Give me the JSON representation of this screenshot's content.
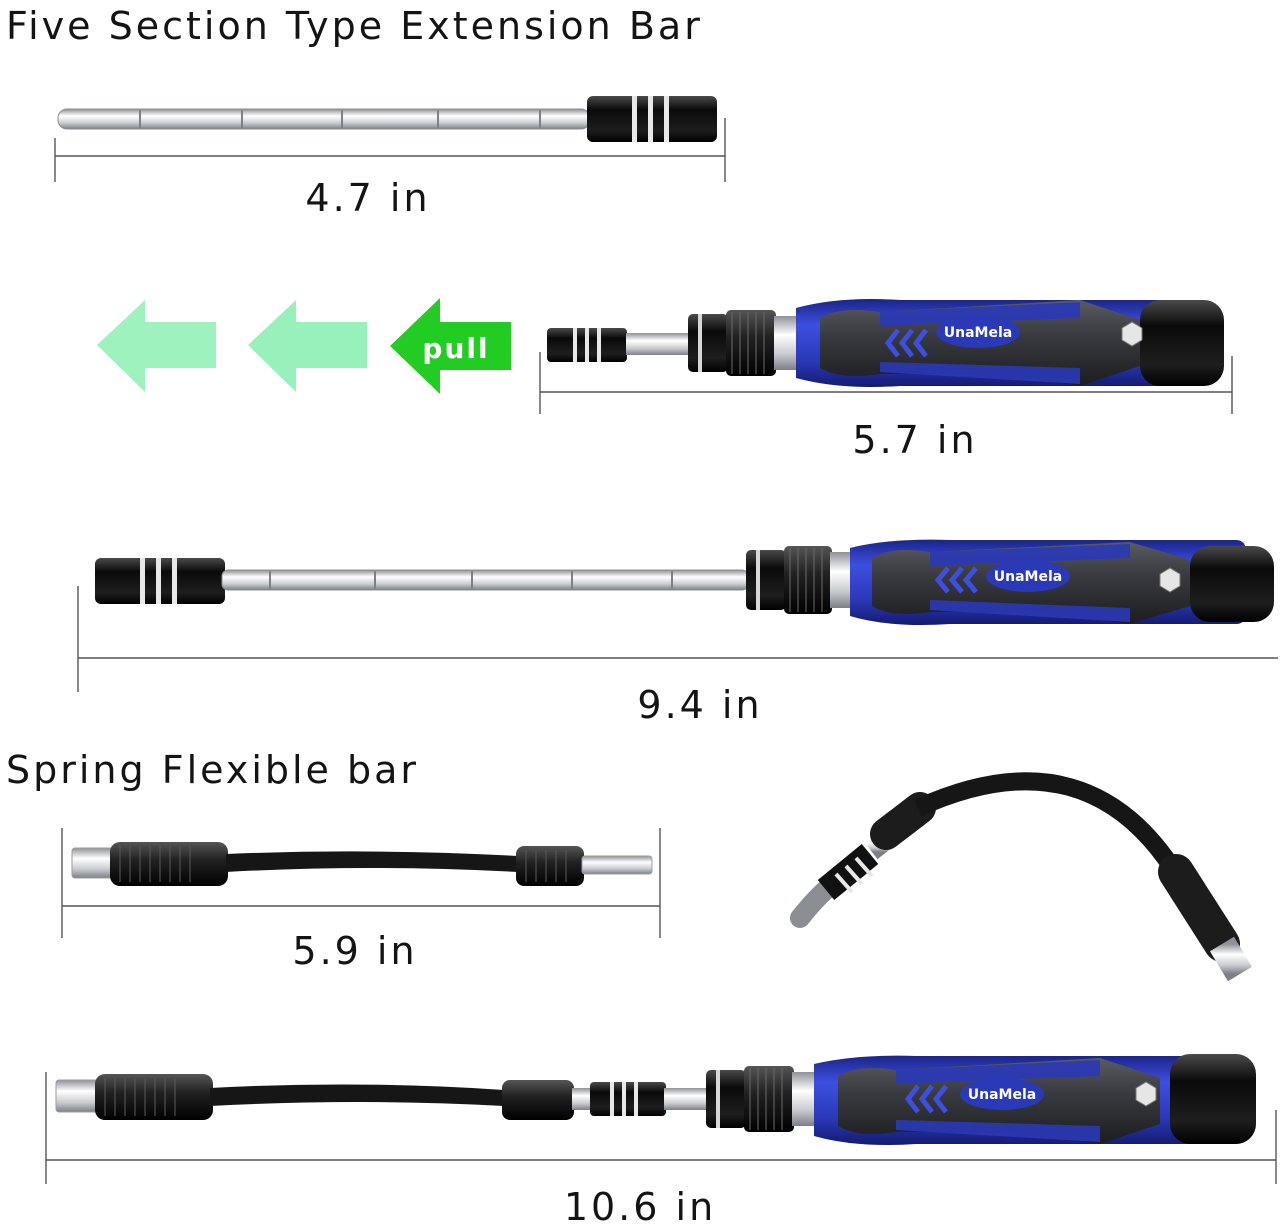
{
  "headings": {
    "extension": "Five Section Type Extension Bar",
    "flexible": "Spring Flexible bar"
  },
  "measurements": {
    "extension_bar": "4.7 in",
    "driver_with_bit": "5.7 in",
    "driver_with_extension": "9.4 in",
    "flexible_bar": "5.9 in",
    "driver_with_flexible": "10.6 in"
  },
  "arrow_label": "pull",
  "brand": "UnaMela",
  "icons": {
    "arrows": "left-arrow-icon",
    "hex": "hex-socket-icon"
  },
  "colors": {
    "handle_blue": "#2a39b8",
    "grip_dark": "#333438",
    "arrow_green": "#22cc22",
    "arrow_pale": "#8df0b3",
    "metal": "#d9dbde",
    "cap_black": "#141414"
  }
}
